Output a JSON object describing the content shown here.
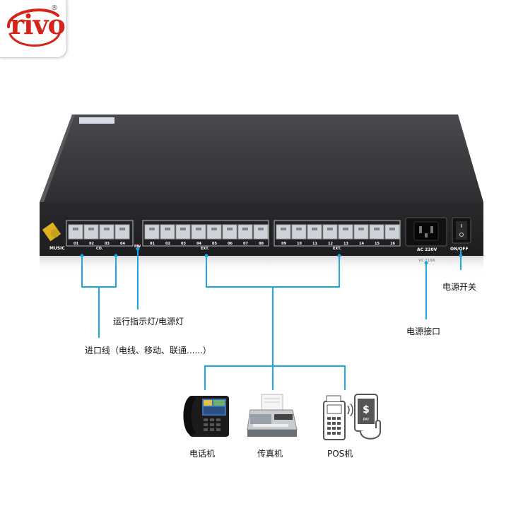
{
  "logo": {
    "text": "rivo",
    "registered": "®"
  },
  "device": {
    "music_label": "MUSIC",
    "co_label": "CO.",
    "pw_label": "PW",
    "ext_label_1": "EXT.",
    "ext_label_2": "EXT.",
    "ac_label": "AC 220V",
    "fuse_label": "VC T10A",
    "switch_label": "ON/OFF",
    "co_ports": [
      "01",
      "02",
      "03",
      "04"
    ],
    "ext_ports_group1": [
      "01",
      "02",
      "03",
      "04",
      "05",
      "06",
      "07",
      "08"
    ],
    "ext_ports_group2": [
      "09",
      "10",
      "11",
      "12",
      "13",
      "14",
      "15",
      "16"
    ]
  },
  "annotations": {
    "power_switch": "电源开关",
    "power_socket": "电源接口",
    "run_indicator": "运行指示灯/电源灯",
    "incoming_lines": "进口线（电线、移动、联通......）"
  },
  "devices": {
    "phone": "电话机",
    "fax": "传真机",
    "pos": "POS机"
  },
  "colors": {
    "connector": "#1ea8e0",
    "logo_red": "#d4251c",
    "device_body": "#2b2b2e"
  }
}
